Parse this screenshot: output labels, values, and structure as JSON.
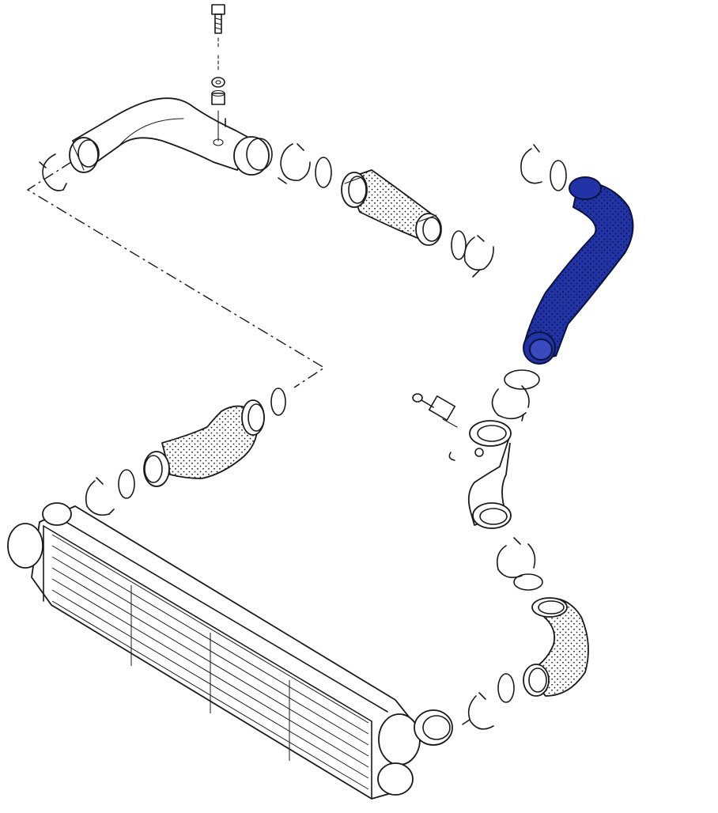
{
  "diagram": {
    "highlight_color": "#2233a6",
    "line_color": "#1a1a1a",
    "background": "#ffffff",
    "parts": [
      {
        "id": "upper-pipe",
        "kind": "rigid pipe"
      },
      {
        "id": "upper-left-hose",
        "kind": "hose"
      },
      {
        "id": "highlighted-hose",
        "kind": "hose",
        "highlighted": true
      },
      {
        "id": "middle-hose",
        "kind": "hose"
      },
      {
        "id": "outlet-pipe",
        "kind": "rigid pipe"
      },
      {
        "id": "lower-right-hose",
        "kind": "hose"
      },
      {
        "id": "intercooler",
        "kind": "heat exchanger"
      },
      {
        "id": "sensor",
        "kind": "sensor with bolt"
      },
      {
        "id": "bolt-and-washers",
        "kind": "fasteners"
      }
    ]
  }
}
